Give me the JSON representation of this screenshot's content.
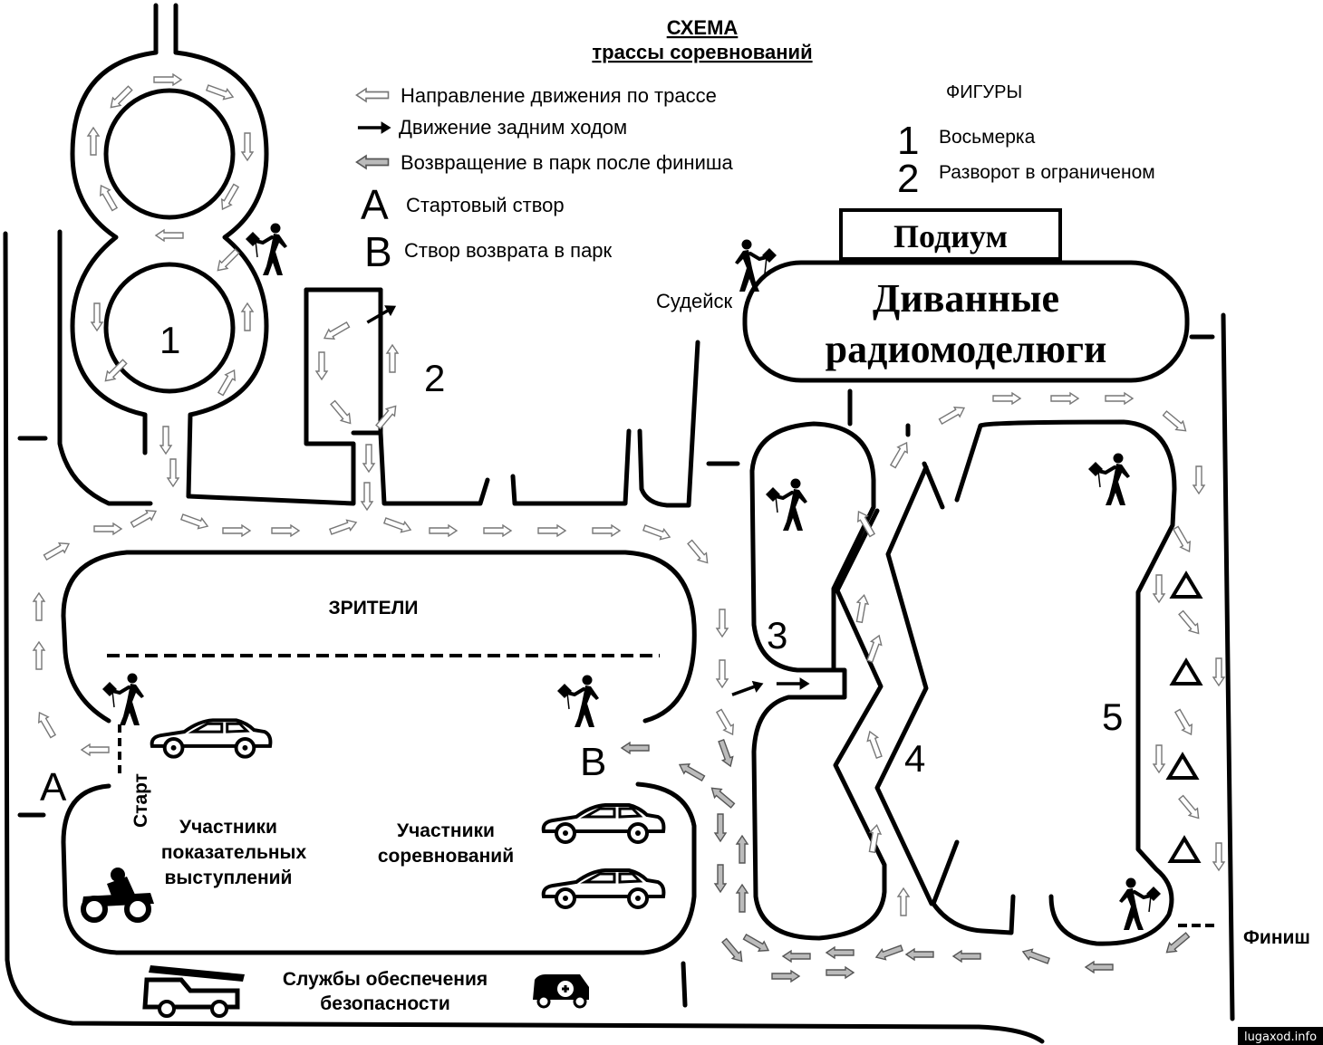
{
  "title": {
    "line1": "СХЕМА",
    "line2": "трассы соревнований"
  },
  "legend": {
    "items": [
      {
        "icon": "hollow-arrow-left-icon",
        "label": "Направление движения по трассе"
      },
      {
        "icon": "black-arrow-right-icon",
        "label": "Движение задним ходом"
      },
      {
        "icon": "grey-arrow-left-icon",
        "label": "Возвращение в парк после финиша"
      },
      {
        "letter": "A",
        "label": "Стартовый створ"
      },
      {
        "letter": "B",
        "label": "Створ возврата в парк"
      }
    ]
  },
  "figures": {
    "heading": "ФИГУРЫ",
    "items": [
      {
        "number": "1",
        "label": "Восьмерка"
      },
      {
        "number": "2",
        "label": "Разворот в ограниченом"
      }
    ]
  },
  "podium": {
    "label": "Подиум",
    "stage_line1": "Диванные",
    "stage_line2": "радиомоделюги"
  },
  "judges": {
    "label": "Судейск"
  },
  "zones": {
    "spectators": "ЗРИТЕЛИ",
    "demo_line1": "Участники",
    "demo_line2": "показательных",
    "demo_line3": "выступлений",
    "comp_line1": "Участники",
    "comp_line2": "соревнований",
    "safety_line1": "Службы обеспечения",
    "safety_line2": "безопасности"
  },
  "markers": {
    "start_letter": "A",
    "start_label": "Старт",
    "return_letter": "B",
    "finish_label": "Финиш",
    "fig1": "1",
    "fig2": "2",
    "fig3": "3",
    "fig4": "4",
    "fig5": "5"
  },
  "watermark": "lugaxod.info"
}
